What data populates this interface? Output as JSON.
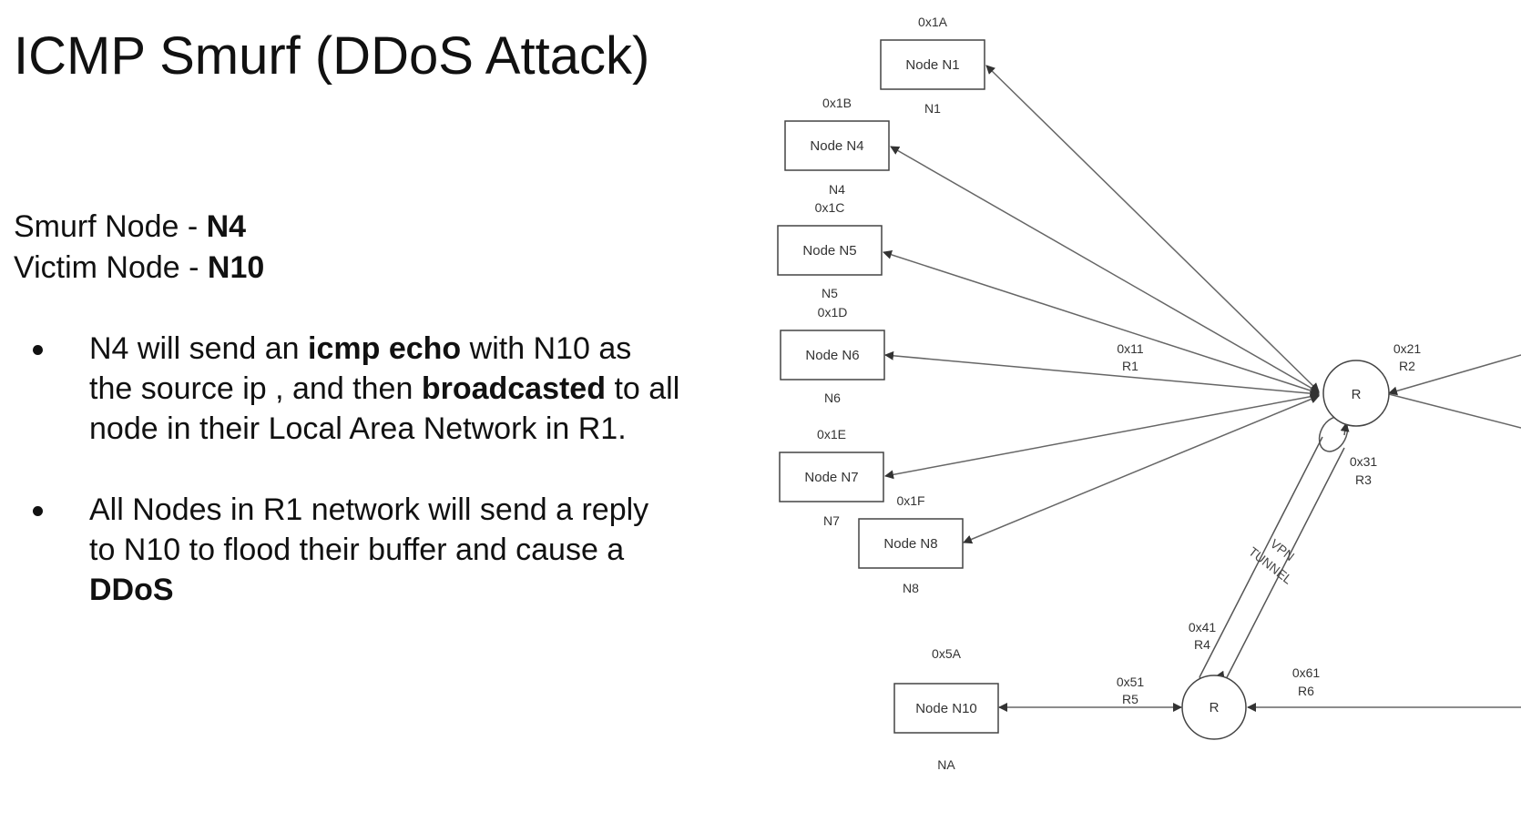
{
  "title": "ICMP Smurf (DDoS Attack)",
  "smurf": {
    "label": "Smurf Node - ",
    "value": "N4"
  },
  "victim": {
    "label": "Victim Node - ",
    "value": "N10"
  },
  "bullets": [
    {
      "l1a": "N4 will send an ",
      "l1b": "icmp echo",
      "l1c": " with N10 as",
      "l2a": "the source ip , and then ",
      "l2b": "broadcasted",
      "l2c": " to all",
      "l3": "node in their Local Area Network in R1."
    },
    {
      "l1": "All Nodes in R1 network will send a reply",
      "l2": "to N10 to flood their buffer and cause a",
      "l3": "DDoS"
    }
  ],
  "diagram": {
    "nodes": [
      {
        "id": "n1",
        "label": "Node N1",
        "addr": "0x1A",
        "name": "N1"
      },
      {
        "id": "n4",
        "label": "Node N4",
        "addr": "0x1B",
        "name": "N4"
      },
      {
        "id": "n5",
        "label": "Node N5",
        "addr": "0x1C",
        "name": "N5"
      },
      {
        "id": "n6",
        "label": "Node N6",
        "addr": "0x1D",
        "name": "N6"
      },
      {
        "id": "n7",
        "label": "Node N7",
        "addr": "0x1E",
        "name": "N7"
      },
      {
        "id": "n8",
        "label": "Node N8",
        "addr": "0x1F",
        "name": "N8"
      },
      {
        "id": "n10",
        "label": "Node N10",
        "addr": "0x5A",
        "name": "NA"
      }
    ],
    "routers": [
      {
        "id": "r-top",
        "label": "R"
      },
      {
        "id": "r-bottom",
        "label": "R"
      }
    ],
    "ports": [
      {
        "id": "r1",
        "addr": "0x11",
        "name": "R1"
      },
      {
        "id": "r2",
        "addr": "0x21",
        "name": "R2"
      },
      {
        "id": "r3",
        "addr": "0x31",
        "name": "R3"
      },
      {
        "id": "r4",
        "addr": "0x41",
        "name": "R4"
      },
      {
        "id": "r5",
        "addr": "0x51",
        "name": "R5"
      },
      {
        "id": "r6",
        "addr": "0x61",
        "name": "R6"
      }
    ],
    "tunnel": {
      "line1": "VPN",
      "line2": "TUNNEL"
    }
  },
  "colors": {
    "text": "#111111",
    "diagram_line": "#555555",
    "diagram_text": "#333333"
  }
}
